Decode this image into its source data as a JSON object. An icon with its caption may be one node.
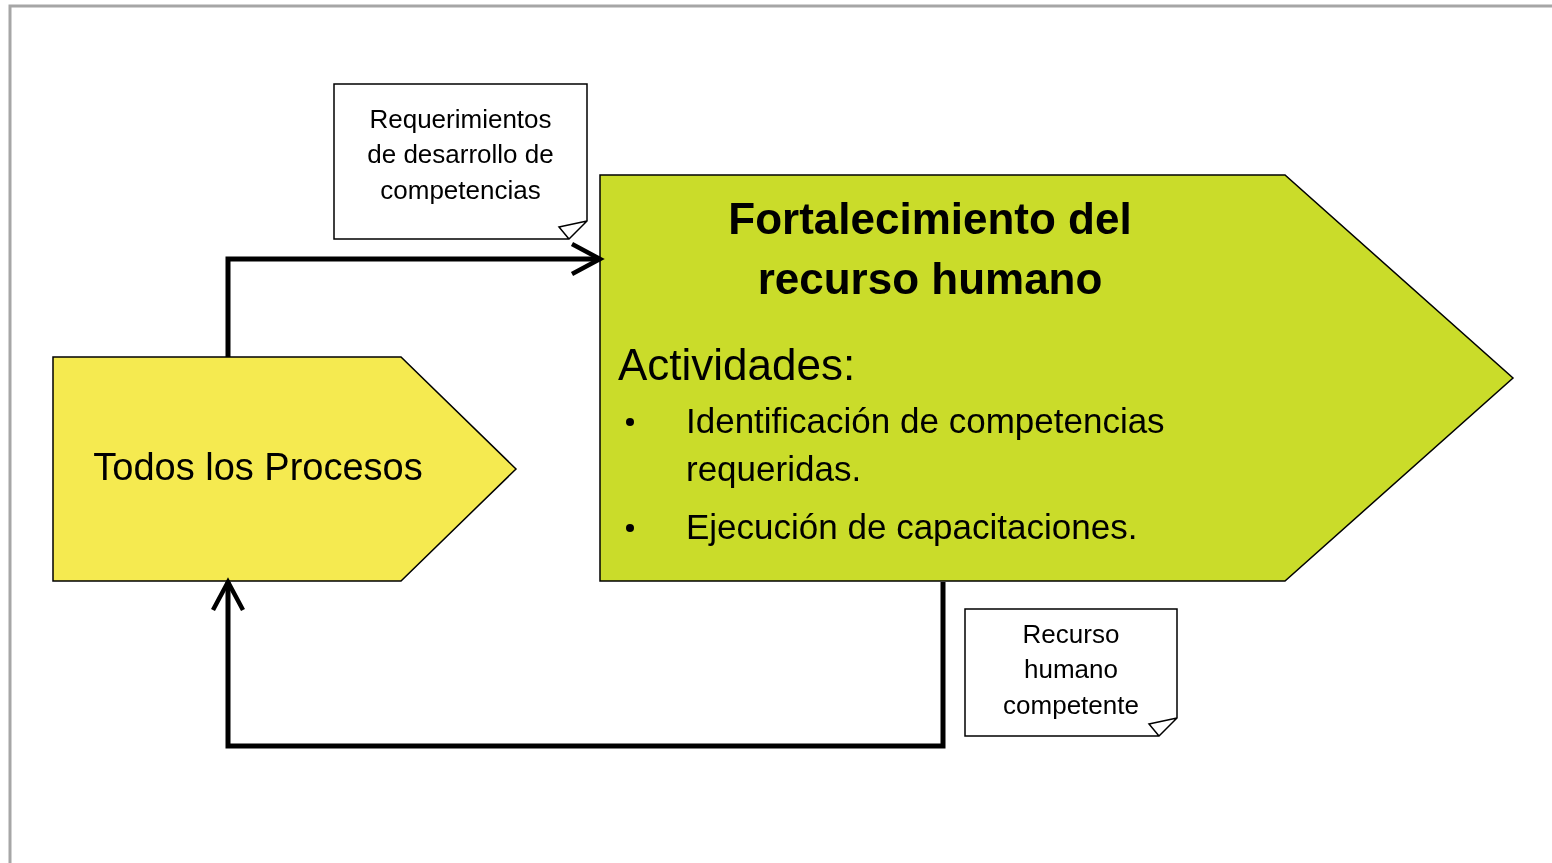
{
  "diagram": {
    "nodes": [
      {
        "text": [
          "Todos los Procesos"
        ]
      },
      {
        "text": [
          "Fortalecimiento del recurso humano",
          "Actividades:",
          "Identificación de competencias requeridas.",
          "Ejecución de capacitaciones."
        ]
      },
      {
        "text": [
          "Requerimientos de desarrollo de competencias"
        ]
      },
      {
        "text": [
          "Recurso humano competente"
        ]
      }
    ],
    "edges": [
      {
        "from": 0,
        "to": 1,
        "arrow": "to"
      },
      {
        "from": 1,
        "to": 0,
        "arrow": "to"
      }
    ]
  }
}
